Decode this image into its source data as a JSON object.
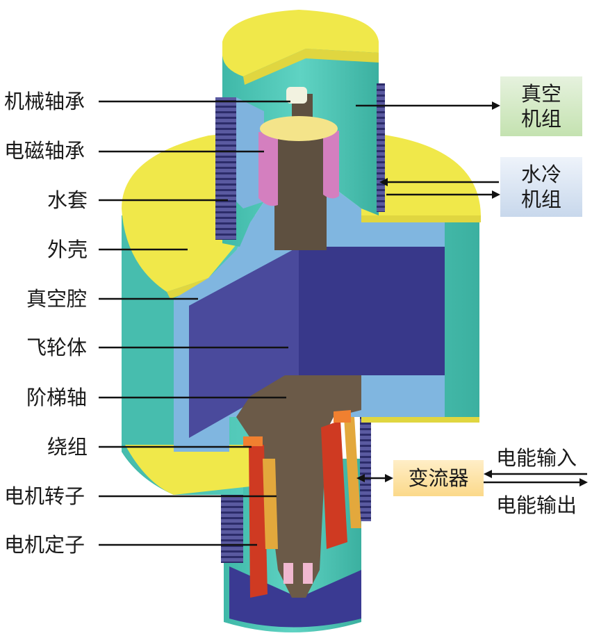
{
  "left_labels": [
    {
      "id": "mechanical-bearing",
      "text": "机械轴承"
    },
    {
      "id": "magnetic-bearing",
      "text": "电磁轴承"
    },
    {
      "id": "water-jacket",
      "text": "水套"
    },
    {
      "id": "housing",
      "text": "外壳"
    },
    {
      "id": "vacuum-chamber",
      "text": "真空腔"
    },
    {
      "id": "flywheel",
      "text": "飞轮体"
    },
    {
      "id": "stepped-shaft",
      "text": "阶梯轴"
    },
    {
      "id": "winding",
      "text": "绕组"
    },
    {
      "id": "motor-rotor",
      "text": "电机转子"
    },
    {
      "id": "motor-stator",
      "text": "电机定子"
    }
  ],
  "vacuum_unit": {
    "line1": "真空",
    "line2": "机组"
  },
  "water_unit": {
    "line1": "水冷",
    "line2": "机组"
  },
  "converter": {
    "label": "变流器"
  },
  "power_in": "电能输入",
  "power_out": "电能输出",
  "colors": {
    "yellow": "#f0e84a",
    "teal": "#4cc6b6",
    "light_blue": "#7fb3de",
    "flywheel_blue": "#3d3d8c",
    "shaft_brown": "#5e5040",
    "pink": "#d47fbf",
    "red": "#cf3a22",
    "orange": "#e3a83c",
    "coil_dark": "#40407a"
  }
}
